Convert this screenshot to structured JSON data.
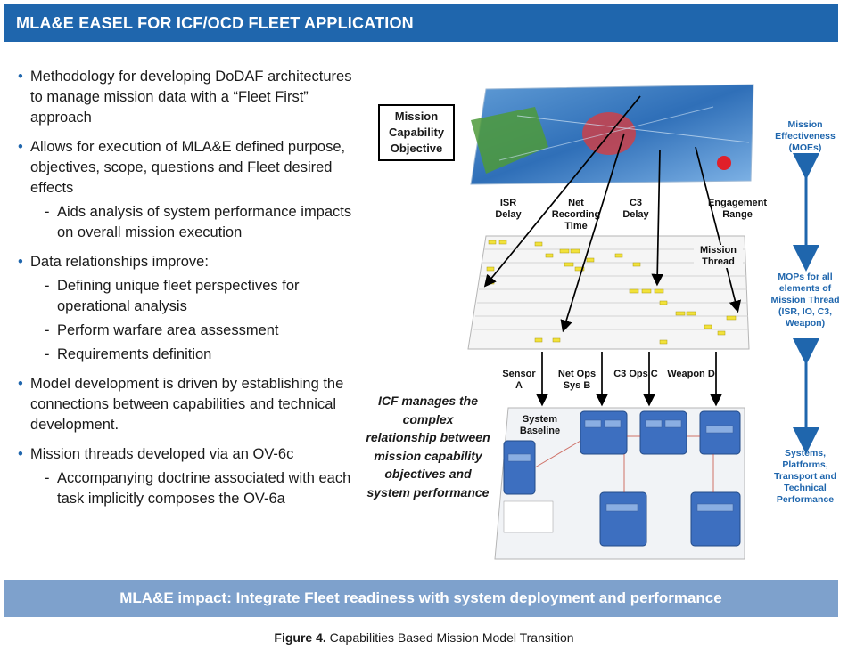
{
  "banner": {
    "title": "MLA&E EASEL FOR ICF/OCD FLEET APPLICATION"
  },
  "bullets": [
    {
      "text": "Methodology for developing DoDAF architectures to manage mission data with a “Fleet First” approach",
      "subs": []
    },
    {
      "text": "Allows for execution of MLA&E defined purpose, objectives, scope, questions and Fleet desired effects",
      "subs": [
        "Aids analysis of system performance impacts on overall mission execution"
      ]
    },
    {
      "text": "Data relationships improve:",
      "subs": [
        "Defining unique fleet perspectives for operational analysis",
        "Perform warfare area assessment",
        "Requirements definition"
      ]
    },
    {
      "text": "Model development is driven by establishing the connections between capabilities and technical development.",
      "subs": []
    },
    {
      "text": "Mission threads developed via an OV-6c",
      "subs": [
        "Accompanying doctrine associated with each task implicitly composes the OV-6a"
      ]
    }
  ],
  "diagram": {
    "objective_box": "Mission Capability Objective",
    "mop_labels": {
      "isr_delay": "ISR Delay",
      "net_recording_time": "Net Recording Time",
      "c3_delay": "C3 Delay",
      "engagement_range": "Engagement Range"
    },
    "mission_thread_label": "Mission Thread",
    "system_labels": {
      "sensor": "Sensor A",
      "net_ops": "Net Ops Sys B",
      "c3_ops": "C3 Ops C",
      "weapon": "Weapon D"
    },
    "system_baseline_label": "System Baseline",
    "icf_text": "ICF manages the complex relationship between mission capability objectives and system performance",
    "side_labels": {
      "top": "Mission Effectiveness (MOEs)",
      "middle": "MOPs for all elements of Mission Thread (ISR, IO, C3, Weapon)",
      "bottom": "Systems, Platforms, Transport and Technical Performance"
    },
    "colors": {
      "accent": "#1f66ad",
      "footer": "#7ea1cc",
      "highlight": "#f2e23a"
    }
  },
  "footer": {
    "text": "MLA&E impact: Integrate Fleet readiness with system deployment and performance"
  },
  "caption": {
    "label": "Figure 4.",
    "text": "Capabilities Based Mission Model Transition"
  }
}
